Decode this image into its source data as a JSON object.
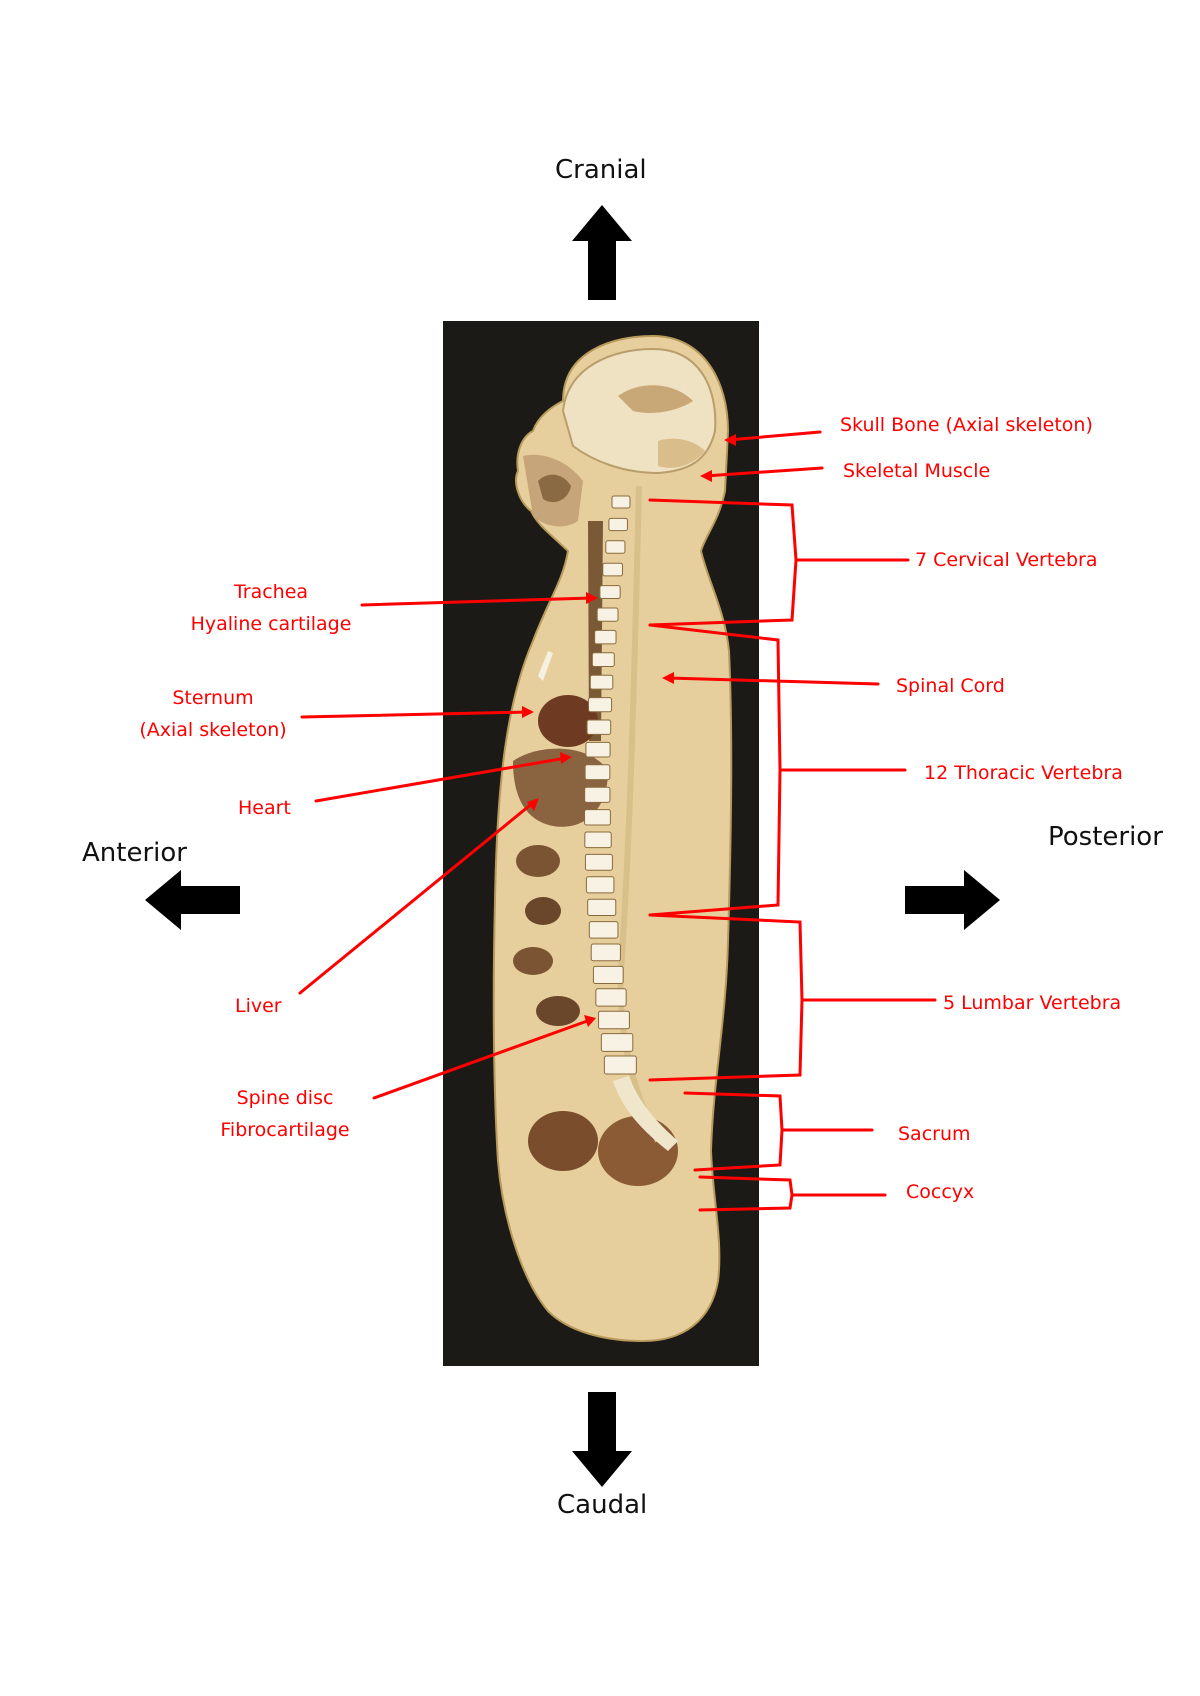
{
  "directions": {
    "cranial": "Cranial",
    "caudal": "Caudal",
    "anterior": "Anterior",
    "posterior": "Posterior"
  },
  "labels": {
    "skull_bone": "Skull Bone (Axial skeleton)",
    "skeletal_muscle": "Skeletal Muscle",
    "cervical": "7 Cervical Vertebra",
    "trachea_1": "Trachea",
    "trachea_2": "Hyaline cartilage",
    "spinal_cord": "Spinal Cord",
    "sternum_1": "Sternum",
    "sternum_2": "(Axial skeleton)",
    "thoracic": "12 Thoracic Vertebra",
    "heart": "Heart",
    "liver": "Liver",
    "lumbar": "5 Lumbar Vertebra",
    "spine_disc_1": "Spine disc",
    "spine_disc_2": "Fibrocartilage",
    "sacrum": "Sacrum",
    "coccyx": "Coccyx"
  },
  "colors": {
    "annotation": "#ff0000",
    "arrow": "#000000",
    "photo_background": "#1c1a16",
    "tissue": "#e8d4a4",
    "bone": "#f5f0e0"
  },
  "icons": [
    "arrow-up-icon",
    "arrow-down-icon",
    "arrow-left-icon",
    "arrow-right-icon"
  ]
}
